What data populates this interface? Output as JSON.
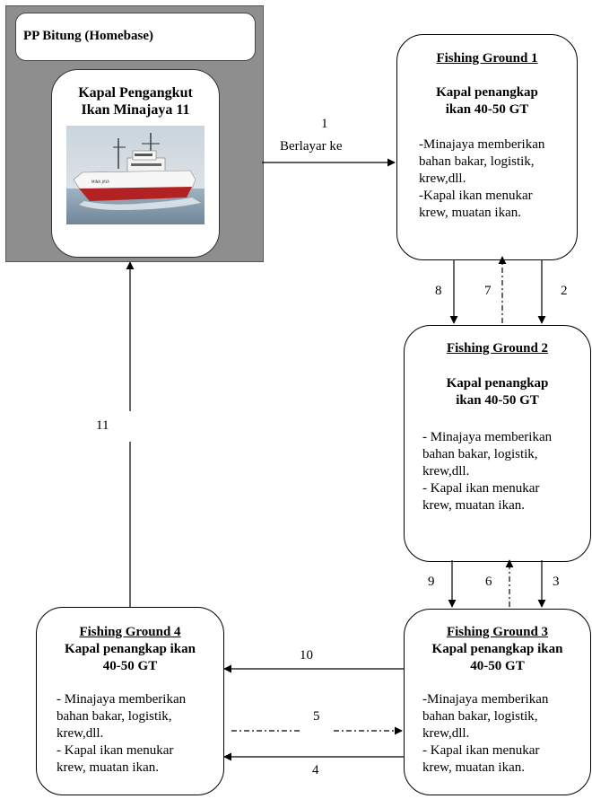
{
  "homebase": {
    "label": "PP Bitung (Homebase)",
    "ship_title_line1": "Kapal Pengangkut",
    "ship_title_line2": "Ikan Minajaya 11"
  },
  "nodes": {
    "fg1": {
      "title": "Fishing Ground 1",
      "vessel_line1": "Kapal penangkap",
      "vessel_line2": "ikan 40-50 GT",
      "desc": [
        "-Minajaya memberikan",
        "bahan bakar, logistik,",
        "krew,dll.",
        "-Kapal ikan menukar",
        "krew, muatan ikan."
      ]
    },
    "fg2": {
      "title": "Fishing Ground 2",
      "vessel_line1": "Kapal penangkap",
      "vessel_line2": "ikan 40-50 GT",
      "desc": [
        "- Minajaya memberikan",
        "bahan bakar, logistik,",
        "krew,dll.",
        "- Kapal ikan menukar",
        "krew, muatan ikan."
      ]
    },
    "fg3": {
      "title": "Fishing Ground 3",
      "vessel_line1": "Kapal penangkap ikan",
      "vessel_line2": "40-50 GT",
      "desc": [
        "-Minajaya memberikan",
        "bahan bakar, logistik,",
        "krew,dll.",
        "- Kapal ikan menukar",
        "krew, muatan ikan."
      ]
    },
    "fg4": {
      "title": "Fishing Ground 4",
      "vessel_line1": "Kapal penangkap ikan",
      "vessel_line2": "40-50 GT",
      "desc": [
        "- Minajaya memberikan",
        "bahan bakar, logistik,",
        "krew,dll.",
        "- Kapal ikan menukar",
        "krew, muatan ikan."
      ]
    }
  },
  "routes": {
    "r1": "1",
    "r1_text": "Berlayar ke",
    "r2": "2",
    "r3": "3",
    "r4": "4",
    "r5": "5",
    "r6": "6",
    "r7": "7",
    "r8": "8",
    "r9": "9",
    "r10": "10",
    "r11": "11"
  },
  "colors": {
    "hull_red": "#b22222",
    "sea": "#8fa6b8",
    "homebase_bg": "#8e8e8e"
  }
}
